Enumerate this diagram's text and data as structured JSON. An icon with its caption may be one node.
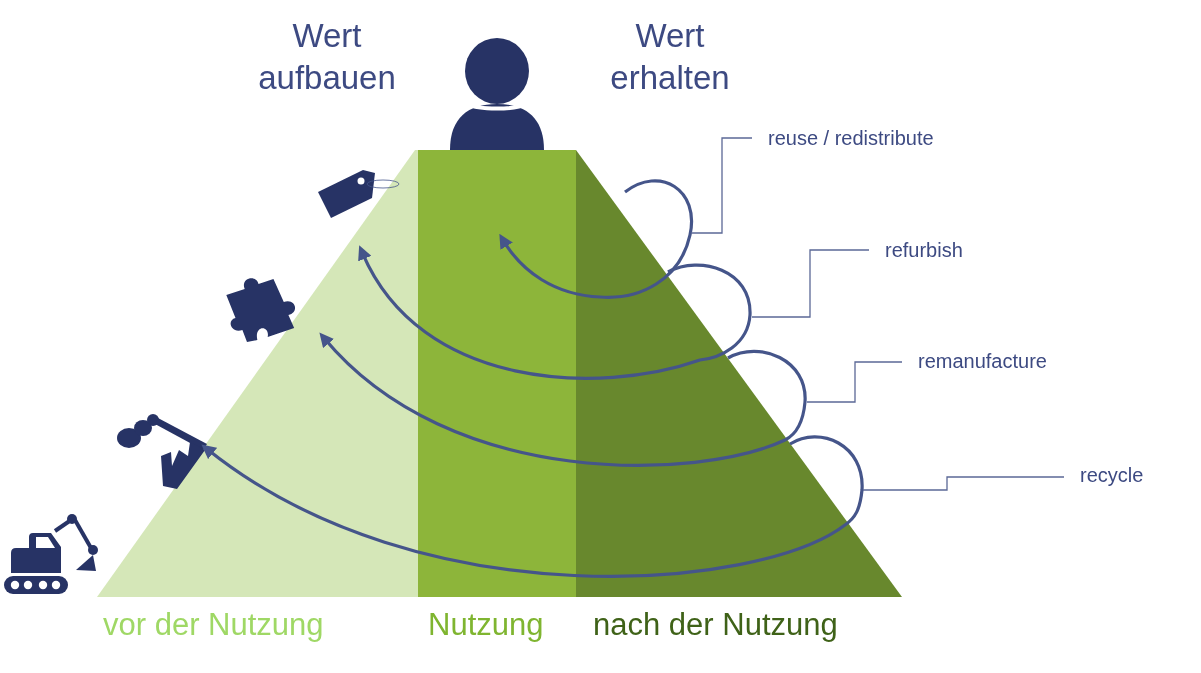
{
  "diagram": {
    "nodes": [
      {
        "text": [
          "reuse / redistribute"
        ]
      },
      {
        "text": [
          "refurbish"
        ]
      },
      {
        "text": [
          "remanufacture"
        ]
      },
      {
        "text": [
          "recycle"
        ]
      },
      {
        "text": [],
        "shape": "arrow"
      },
      {
        "text": [],
        "shape": "arrow"
      },
      {
        "text": [],
        "shape": "arrow"
      },
      {
        "text": [],
        "shape": "arrow"
      }
    ],
    "edges": [
      {
        "from": 0,
        "to": 4,
        "arrow": "none"
      },
      {
        "from": 1,
        "to": 5,
        "arrow": "none"
      },
      {
        "from": 2,
        "to": 6,
        "arrow": "none"
      },
      {
        "from": 3,
        "to": 7,
        "arrow": "none"
      }
    ],
    "labels": [
      "Wert aufbauen",
      "Wert erhalten",
      "vor der Nutzung",
      "Nutzung",
      "nach der Nutzung"
    ]
  }
}
